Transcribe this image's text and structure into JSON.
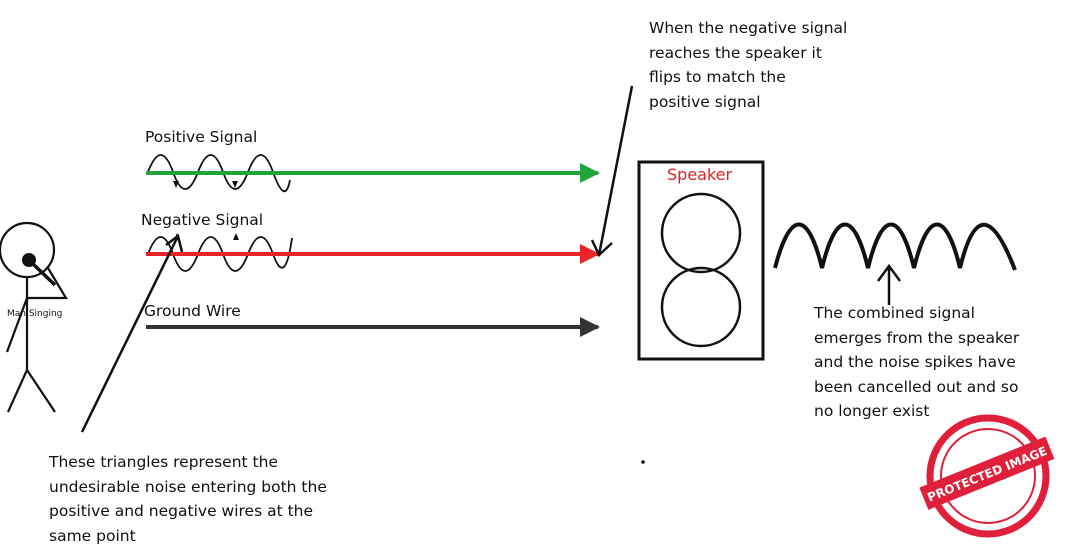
{
  "labels": {
    "positive_signal": "Positive Signal",
    "negative_signal": "Negative Signal",
    "ground_wire": "Ground Wire",
    "man_singing": "Man Singing",
    "speaker": "Speaker"
  },
  "notes": {
    "flip": [
      "When the negative signal",
      "reaches the speaker it",
      "flips to match the",
      "positive signal"
    ],
    "combined": [
      "The combined signal",
      "emerges from the speaker",
      "and the noise spikes have",
      "been cancelled out and so",
      "no longer exist"
    ],
    "triangles": [
      "These triangles represent the",
      "undesirable noise entering both the",
      "positive and negative wires at the",
      "same point"
    ]
  },
  "watermark": "PROTECTED IMAGE",
  "colors": {
    "positive": "#22a33b",
    "negative": "#e8232a",
    "ground": "#333333",
    "speaker_label": "#e02020",
    "stamp": "#e0203a",
    "ink": "#111111"
  }
}
